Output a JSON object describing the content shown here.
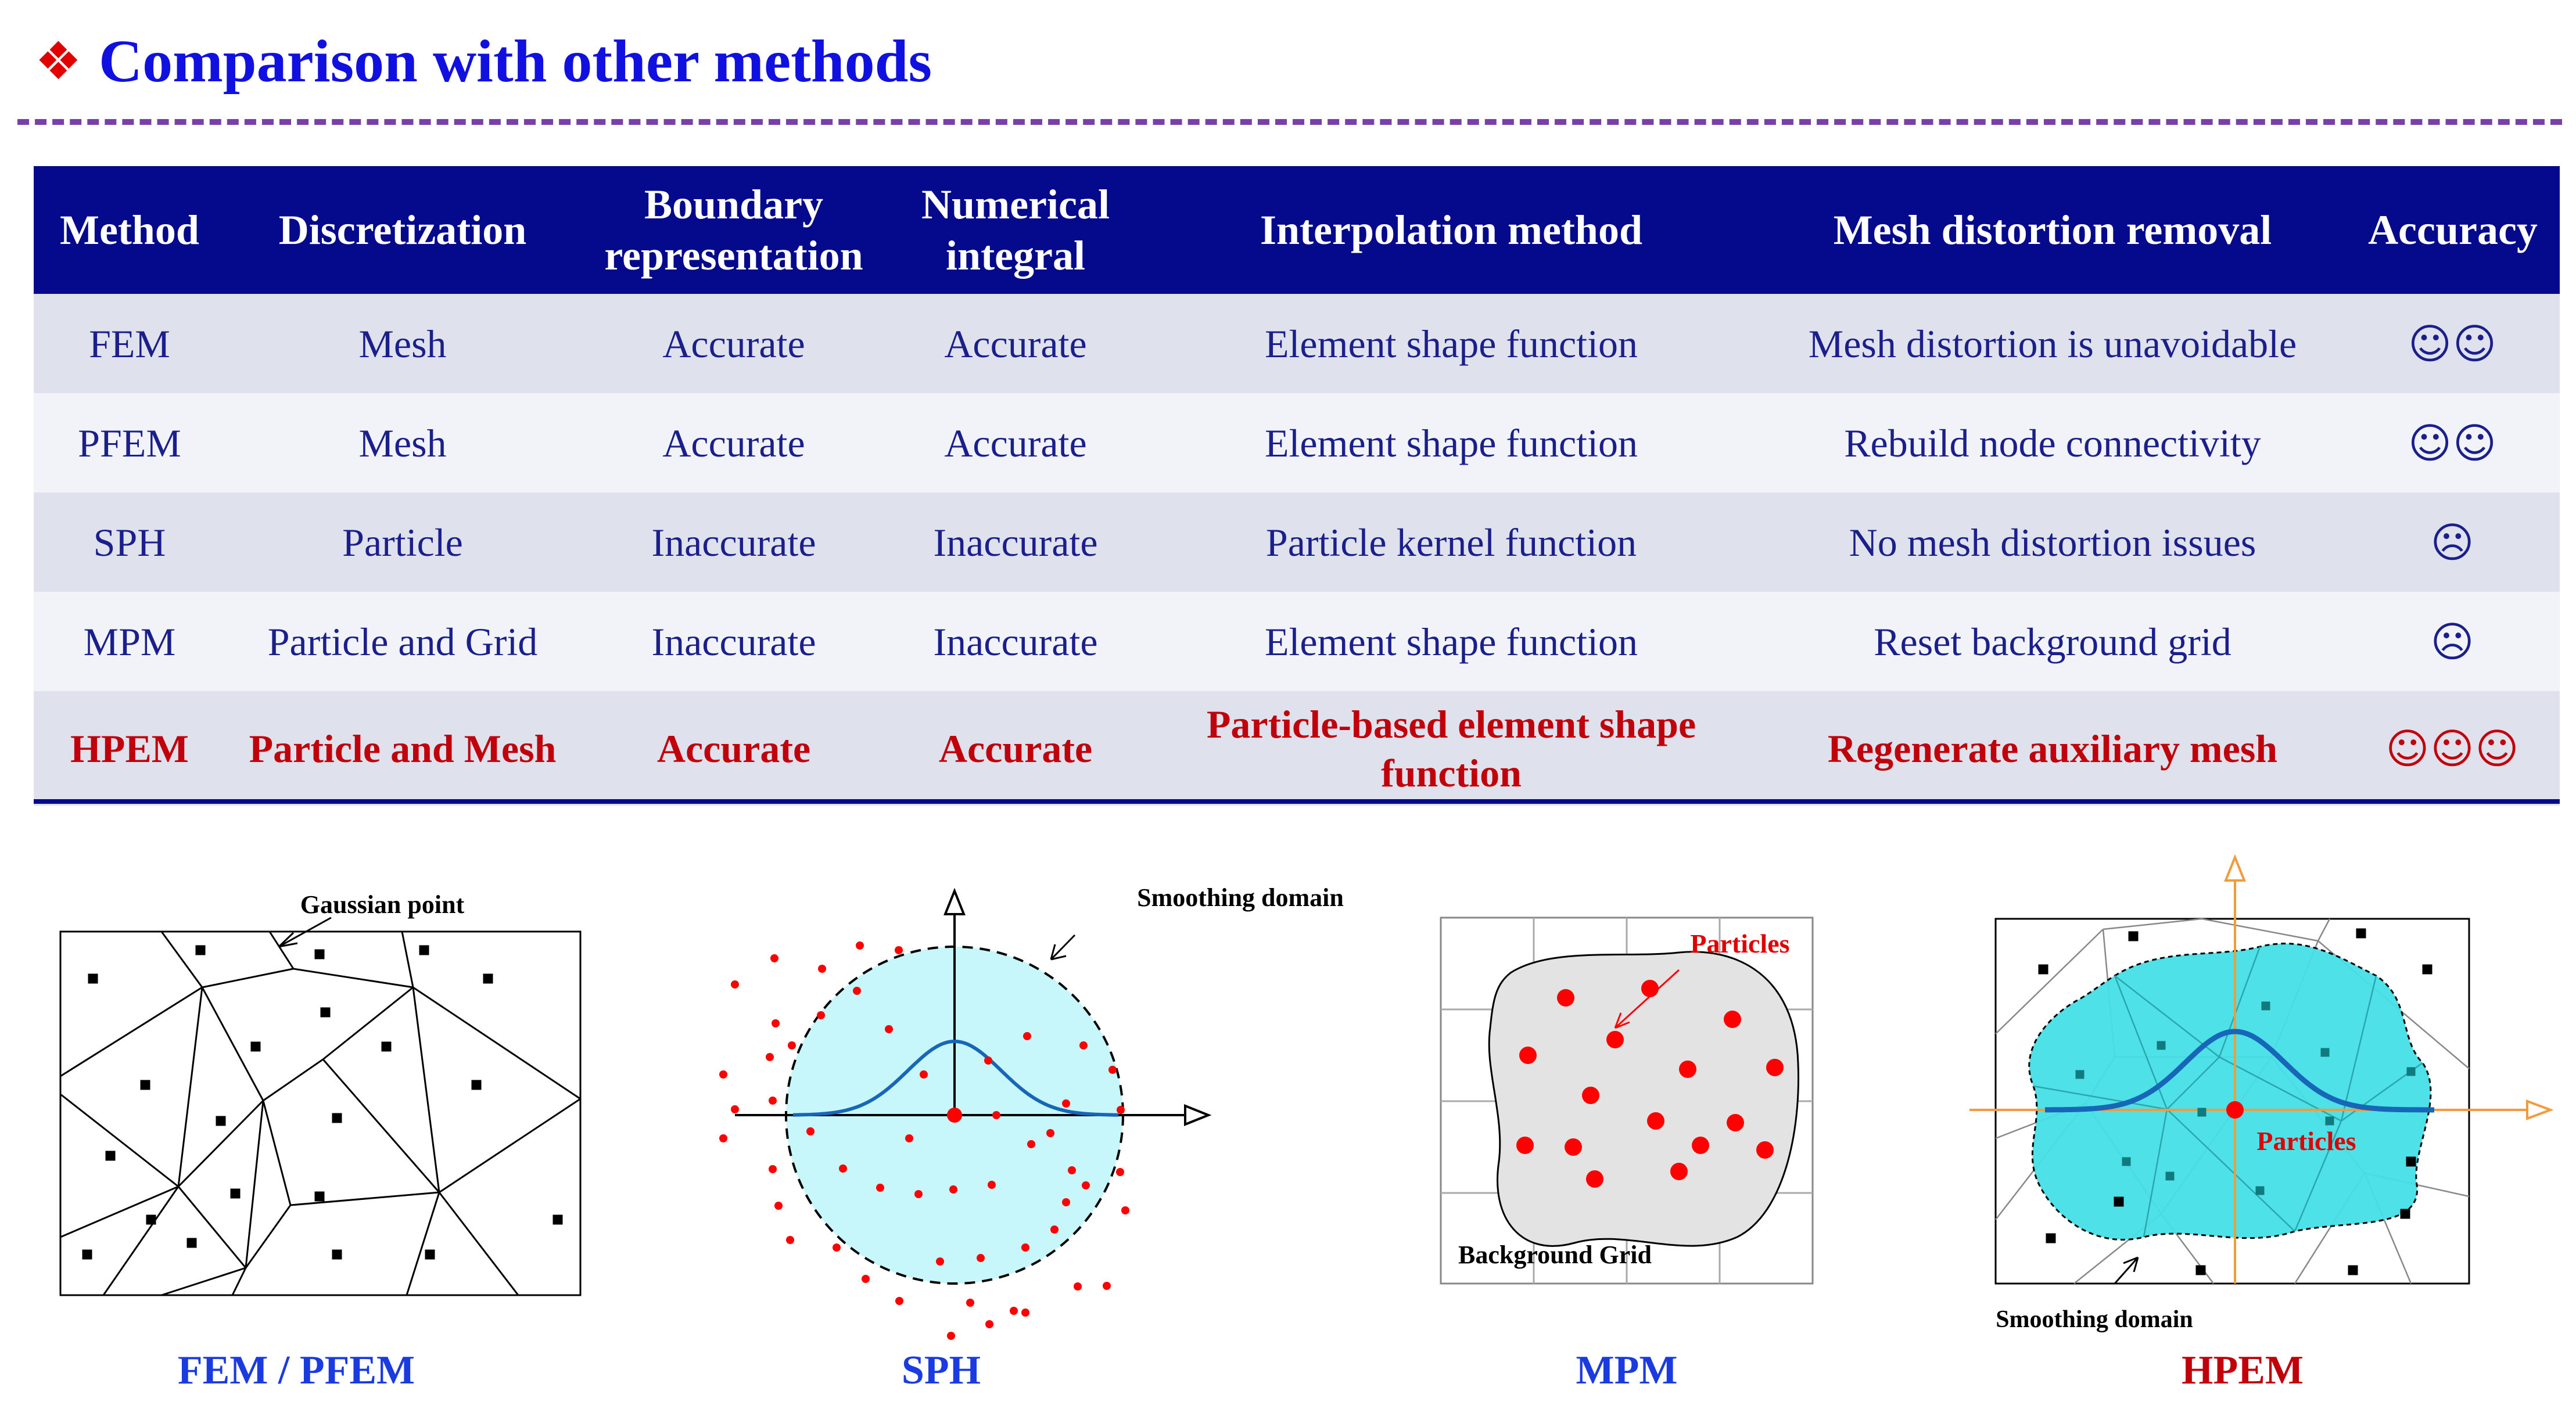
{
  "header": {
    "bullet_icon": "diamond-cluster-icon",
    "title": "Comparison with other methods"
  },
  "table": {
    "columns": [
      "Method",
      "Discretization",
      "Boundary representation",
      "Numerical integral",
      "Interpolation method",
      "Mesh distortion removal",
      "Accuracy"
    ],
    "rows": [
      {
        "method": "FEM",
        "discretization": "Mesh",
        "boundary": "Accurate",
        "integral": "Accurate",
        "interpolation": "Element shape function",
        "distortion": "Mesh distortion is unavoidable",
        "accuracy": "☺☺"
      },
      {
        "method": "PFEM",
        "discretization": "Mesh",
        "boundary": "Accurate",
        "integral": "Accurate",
        "interpolation": "Element shape function",
        "distortion": "Rebuild node connectivity",
        "accuracy": "☺☺"
      },
      {
        "method": "SPH",
        "discretization": "Particle",
        "boundary": "Inaccurate",
        "integral": "Inaccurate",
        "interpolation": "Particle kernel function",
        "distortion": "No mesh distortion issues",
        "accuracy": "☹"
      },
      {
        "method": "MPM",
        "discretization": "Particle and Grid",
        "boundary": "Inaccurate",
        "integral": "Inaccurate",
        "interpolation": "Element shape function",
        "distortion": "Reset background grid",
        "accuracy": "☹"
      },
      {
        "method": "HPEM",
        "discretization": "Particle and Mesh",
        "boundary": "Accurate",
        "integral": "Accurate",
        "interpolation": "Particle-based element shape function",
        "distortion": "Regenerate auxiliary mesh",
        "accuracy": "☺☺☺"
      }
    ]
  },
  "diagrams": {
    "fem": {
      "label": "Gaussian point",
      "caption": "FEM / PFEM"
    },
    "sph": {
      "label": "Smoothing domain",
      "caption": "SPH"
    },
    "mpm": {
      "particles_label": "Particles",
      "grid_label": "Background Grid",
      "caption": "MPM"
    },
    "hpem": {
      "particles_label": "Particles",
      "domain_label": "Smoothing domain",
      "caption": "HPEM"
    }
  },
  "colors": {
    "header_bg": "#050a8c",
    "table_text": "#1a1f8c",
    "highlight": "#c0000a",
    "title": "#1010e0",
    "caption_blue": "#1a3be0",
    "caption_red": "#c0000a",
    "smoothing_fill": "#c8f7fb",
    "hpem_fill": "#45dfe7",
    "particle_red": "#ff0000",
    "axis_orange": "#f39a3c"
  }
}
